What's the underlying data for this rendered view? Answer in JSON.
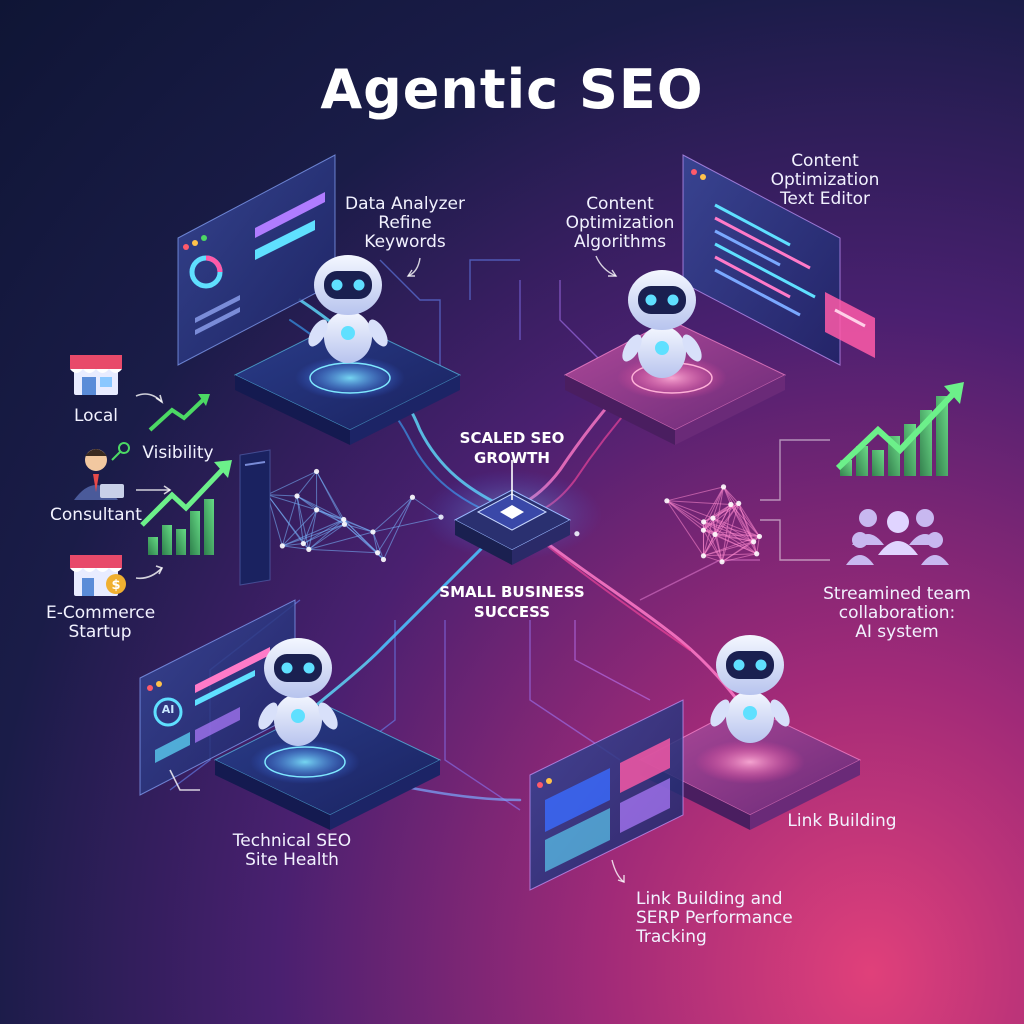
{
  "title": "Agentic SEO",
  "hub": {
    "top_label_line1": "SCALED SEO",
    "top_label_line2": "GROWTH",
    "bottom_label_line1": "SMALL BUSINESS",
    "bottom_label_line2": "SUCCESS"
  },
  "agents": {
    "data_analyzer": [
      "Data Analyzer",
      "Refine",
      "Keywords"
    ],
    "content_algorithms": [
      "Content",
      "Optimization",
      "Algorithms"
    ],
    "content_editor": [
      "Content",
      "Optimization",
      "Text Editor"
    ],
    "technical_seo": [
      "Technical SEO",
      "Site Health"
    ],
    "link_building": "Link Building",
    "serp_tracking": [
      "Link Building and",
      "SERP Performance",
      "Tracking"
    ]
  },
  "left_panel": {
    "local": "Local",
    "visibility": "Visibility",
    "consultant": "Consultant",
    "ecommerce": [
      "E-Commerce",
      "Startup"
    ]
  },
  "right_panel": {
    "team": [
      "Streamined team",
      "collaboration:",
      "AI system"
    ]
  },
  "screen_badges": {
    "ai": "AI"
  },
  "colors": {
    "cyan": "#4fd8ff",
    "blue": "#3a6cff",
    "pink": "#ff5aa8",
    "green": "#4cd964",
    "bg_dark": "#0f1535"
  }
}
